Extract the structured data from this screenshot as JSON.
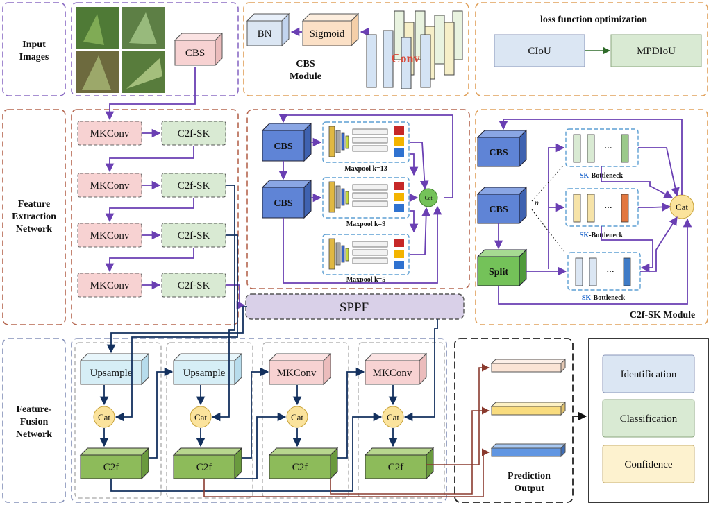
{
  "sections": {
    "input_images": [
      "Input",
      "Images"
    ],
    "feature_extraction": [
      "Feature",
      "Extraction",
      "Network"
    ],
    "feature_fusion": [
      "Feature-",
      "Fusion",
      "Network"
    ]
  },
  "input": {
    "cbs": "CBS"
  },
  "cbs_module": {
    "bn": "BN",
    "sigmoid": "Sigmoid",
    "conv": "Conv",
    "title": [
      "CBS",
      "Module"
    ]
  },
  "loss": {
    "title": "loss function optimization",
    "ciou": "CIoU",
    "mpdiou": "MPDIoU"
  },
  "backbone": {
    "mkconv": "MKConv",
    "c2f_sk": "C2f-SK"
  },
  "sppf_module": {
    "cbs": "CBS",
    "cat": "Cat",
    "maxpool": [
      "Maxpool k=13",
      "Maxpool k=9",
      "Maxpool k=5"
    ]
  },
  "sppf": "SPPF",
  "c2fsk_module": {
    "cbs": "CBS",
    "split": "Split",
    "cat": "Cat",
    "ellipsis": "...",
    "n": "n",
    "sk": "SK",
    "bottleneck": "-Bottleneck",
    "title": "C2f-SK Module"
  },
  "neck": {
    "upsample": "Upsample",
    "mkconv": "MKConv",
    "cat": "Cat",
    "c2f": "C2f"
  },
  "prediction": {
    "title": [
      "Prediction",
      "Output"
    ]
  },
  "outputs": {
    "identification": "Identification",
    "classification": "Classification",
    "confidence": "Confidence"
  },
  "colors": {
    "cbs_pink": "#f7d2d2",
    "green_box": "#d9ead3",
    "blue_box": "#dbe6f3",
    "cyan_box": "#d6eef6",
    "cbs_blue": "#5f84d6",
    "split_green": "#74c259",
    "c2f_green": "#8dbb5a",
    "cat_yellow": "#fbe39c",
    "flow_purple": "#6a3fb3",
    "flow_navy": "#13305e"
  }
}
